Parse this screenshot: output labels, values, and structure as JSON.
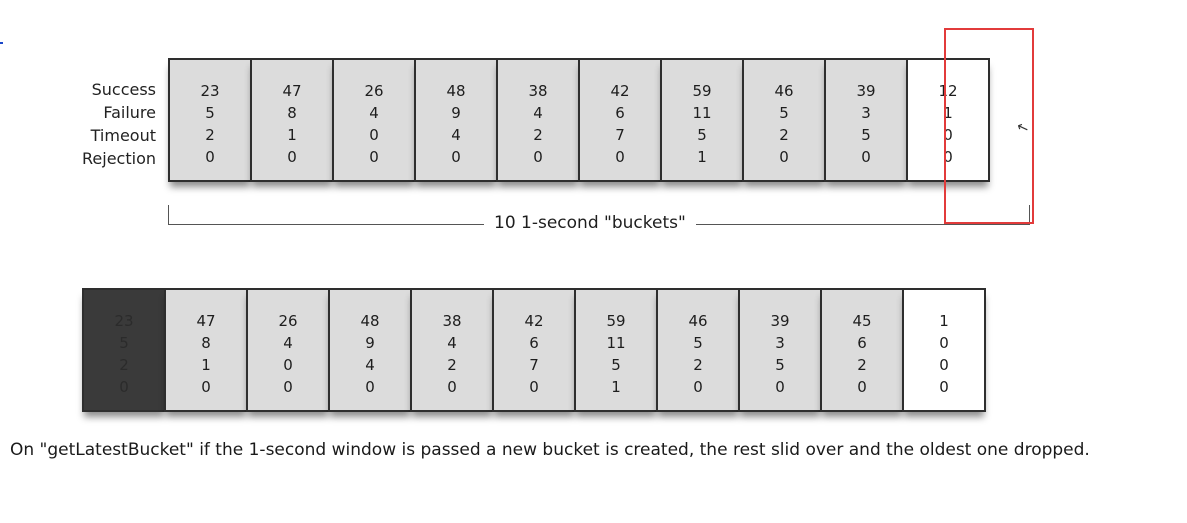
{
  "labels": [
    "Success",
    "Failure",
    "Timeout",
    "Rejection"
  ],
  "row1": [
    [
      "23",
      "5",
      "2",
      "0"
    ],
    [
      "47",
      "8",
      "1",
      "0"
    ],
    [
      "26",
      "4",
      "0",
      "0"
    ],
    [
      "48",
      "9",
      "4",
      "0"
    ],
    [
      "38",
      "4",
      "2",
      "0"
    ],
    [
      "42",
      "6",
      "7",
      "0"
    ],
    [
      "59",
      "11",
      "5",
      "1"
    ],
    [
      "46",
      "5",
      "2",
      "0"
    ],
    [
      "39",
      "3",
      "5",
      "0"
    ],
    [
      "12",
      "1",
      "0",
      "0"
    ]
  ],
  "bracket_label": "10 1-second \"buckets\"",
  "row2": [
    [
      "23",
      "5",
      "2",
      "0"
    ],
    [
      "47",
      "8",
      "1",
      "0"
    ],
    [
      "26",
      "4",
      "0",
      "0"
    ],
    [
      "48",
      "9",
      "4",
      "0"
    ],
    [
      "38",
      "4",
      "2",
      "0"
    ],
    [
      "42",
      "6",
      "7",
      "0"
    ],
    [
      "59",
      "11",
      "5",
      "1"
    ],
    [
      "46",
      "5",
      "2",
      "0"
    ],
    [
      "39",
      "3",
      "5",
      "0"
    ],
    [
      "45",
      "6",
      "2",
      "0"
    ],
    [
      "1",
      "0",
      "0",
      "0"
    ]
  ],
  "caption": "On \"getLatestBucket\" if the 1-second window is passed a new bucket is created, the rest slid over and the oldest one dropped.",
  "colors": {
    "highlight": "#e23b3b",
    "bucket": "#dcdcdc",
    "dropped": "#3a3a3a",
    "latest": "#ffffff"
  }
}
